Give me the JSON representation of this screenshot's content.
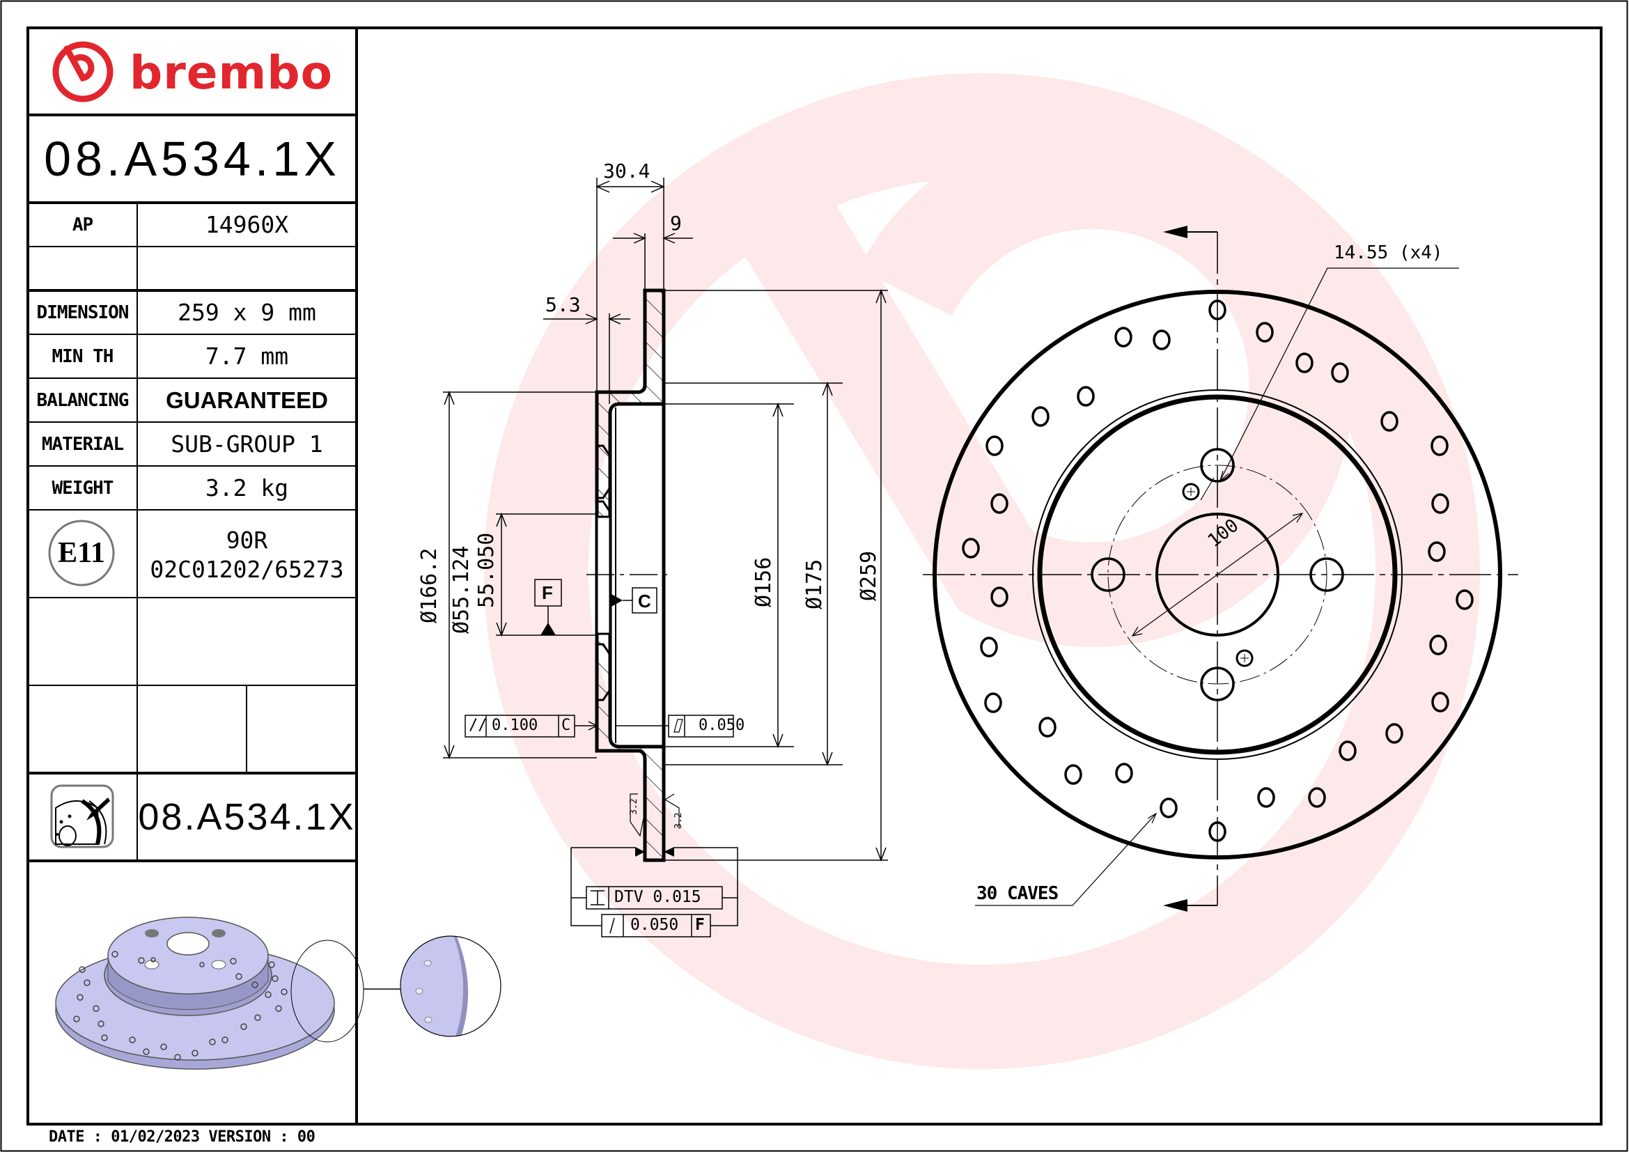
{
  "document": {
    "brand": "brembo",
    "brand_color": "#e2262e",
    "watermark_color": "#fde9e9",
    "part_number": "08.A534.1X"
  },
  "title_block": {
    "ap": {
      "label": "AP",
      "value": "14960X"
    },
    "rows": [
      {
        "label": "DIMENSION",
        "value": "259 x 9 mm"
      },
      {
        "label": "MIN TH",
        "value": "7.7 mm"
      },
      {
        "label": "BALANCING",
        "value": "GUARANTEED"
      },
      {
        "label": "MATERIAL",
        "value": "SUB-GROUP 1"
      },
      {
        "label": "WEIGHT",
        "value": "3.2 kg"
      }
    ],
    "approval": {
      "mark": "E11",
      "line1": "90R",
      "line2": "02C01202/65273"
    },
    "footer_part_number": "08.A534.1X"
  },
  "section_view": {
    "dim_overall_width": "30.4",
    "dim_thickness": "9",
    "dim_hat_wall": "5.3",
    "dia_hat_outer": "Ø166.2",
    "dia_center_bore_max": "Ø55.124",
    "dia_center_bore_min": "55.050",
    "dia_hat_inner": "Ø156",
    "dia_friction_inner": "Ø175",
    "dia_outer": "Ø259",
    "datum_f": "F",
    "datum_c": "C",
    "tol_parallelism": {
      "symbol": "//",
      "value": "0.100",
      "datum": "C"
    },
    "tol_flatness": {
      "symbol": "▱",
      "value": "0.050"
    },
    "tol_dtv": {
      "symbol": "⌶",
      "value": "DTV 0.015"
    },
    "tol_runout": {
      "symbol": "↗",
      "value": "0.050",
      "datum": "F"
    },
    "roughness_left": "3.2",
    "roughness_right": "3.2"
  },
  "front_view": {
    "hole_callout": "14.55 (x4)",
    "pcd": "100",
    "drilled_holes": "30 CAVES"
  },
  "footer": {
    "date_version": "DATE : 01/02/2023 VERSION : 00"
  }
}
